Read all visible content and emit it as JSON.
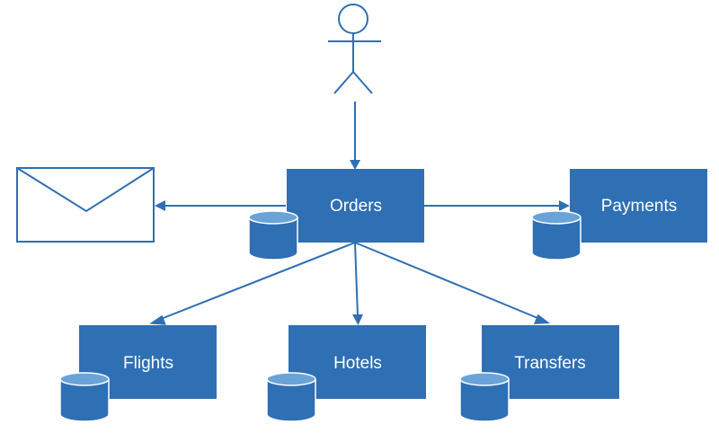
{
  "colors": {
    "service_fill": "#2f6fb4",
    "database_top": "#6aa3d8",
    "line": "#2f6fb4",
    "label_text": "#ffffff",
    "background": "#ffffff"
  },
  "actor": {
    "icon": "user-stick-figure-icon"
  },
  "notification": {
    "icon": "envelope-icon"
  },
  "services": {
    "orders": {
      "label": "Orders",
      "icon": "database-icon"
    },
    "payments": {
      "label": "Payments",
      "icon": "database-icon"
    },
    "flights": {
      "label": "Flights",
      "icon": "database-icon"
    },
    "hotels": {
      "label": "Hotels",
      "icon": "database-icon"
    },
    "transfers": {
      "label": "Transfers",
      "icon": "database-icon"
    }
  },
  "edges": [
    {
      "from": "actor",
      "to": "orders"
    },
    {
      "from": "orders",
      "to": "notification"
    },
    {
      "from": "orders",
      "to": "payments"
    },
    {
      "from": "orders",
      "to": "flights"
    },
    {
      "from": "orders",
      "to": "hotels"
    },
    {
      "from": "orders",
      "to": "transfers"
    }
  ]
}
